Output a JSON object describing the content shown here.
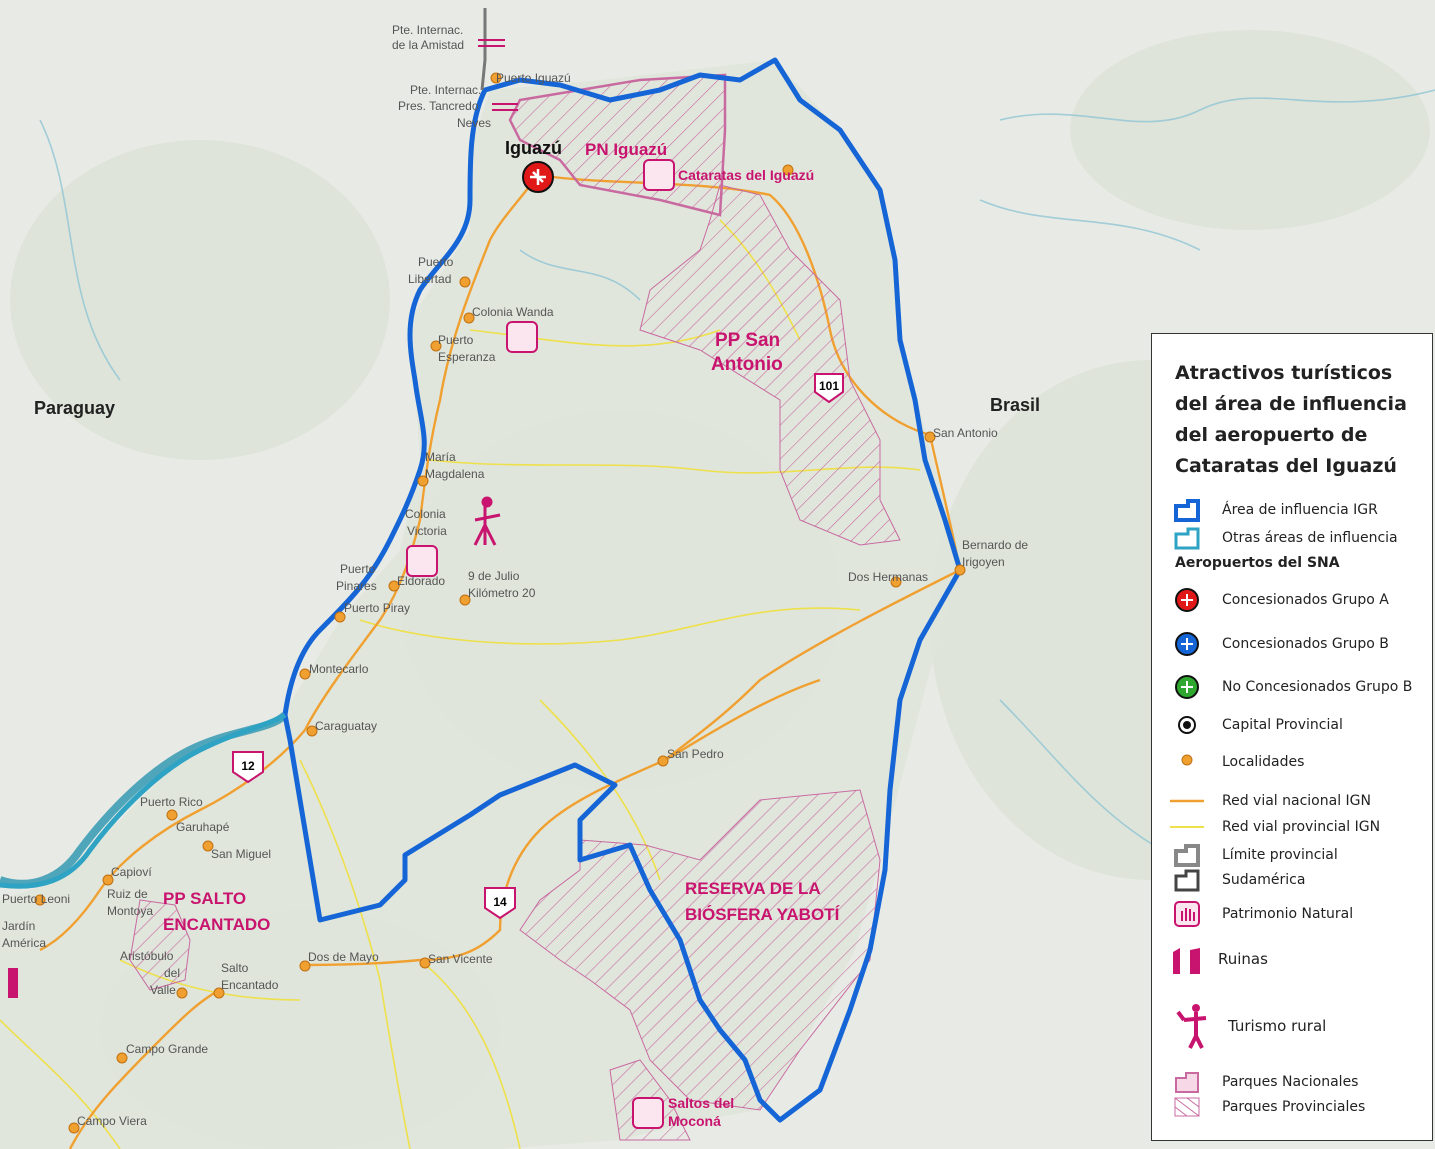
{
  "map": {
    "countries": {
      "paraguay": "Paraguay",
      "brasil": "Brasil"
    },
    "main_city": "Iguazú",
    "bridges": {
      "amistad": [
        "Pte. Internac.",
        "de la Amistad"
      ],
      "tancredo": [
        "Pte. Internac.",
        "Pres. Tancredo",
        "Neves"
      ]
    },
    "parks": {
      "pn_iguazu": "PN Iguazú",
      "pp_san_antonio": [
        "PP San",
        "Antonio"
      ],
      "reserva_yaboti": [
        "RESERVA DE LA",
        "BIÓSFERA YABOTÍ"
      ],
      "pp_salto_encantado": [
        "PP SALTO",
        "ENCANTADO"
      ]
    },
    "attractions": {
      "cataratas": "Cataratas del Iguazú",
      "saltos_mocona": [
        "Saltos del",
        "Moconá"
      ]
    },
    "routes": {
      "r101": "101",
      "r12": "12",
      "r14": "14"
    },
    "towns": {
      "puerto_iguazu": "Puerto Iguazú",
      "puerto_libertad": [
        "Puerto",
        "Libertad"
      ],
      "colonia_wanda": "Colonia Wanda",
      "puerto_esperanza": [
        "Puerto",
        "Esperanza"
      ],
      "maria_magdalena": [
        "María",
        "Magdalena"
      ],
      "colonia_victoria": [
        "Colonia",
        "Victoria"
      ],
      "puerto_pinares": [
        "Puerto",
        "Pinares"
      ],
      "eldorado": "Eldorado",
      "nueve_de_julio": [
        "9 de Julio",
        "Kilómetro 20"
      ],
      "puerto_piray": "Puerto Piray",
      "montecarlo": "Montecarlo",
      "caraguatay": "Caraguatay",
      "san_antonio": "San Antonio",
      "bernardo_irigoyen": [
        "Bernardo de",
        "Irigoyen"
      ],
      "dos_hermanas": "Dos Hermanas",
      "san_pedro": "San Pedro",
      "puerto_rico": "Puerto Rico",
      "garuhape": "Garuhapé",
      "san_miguel": "San Miguel",
      "capiovi": "Capioví",
      "ruiz_de_montoya": [
        "Ruiz de",
        "Montoya"
      ],
      "jardin_america": [
        "Jardín",
        "América"
      ],
      "puerto_leoni": "Puerto Leoni",
      "aristobulo": [
        "Aristóbulo",
        "del",
        "Valle"
      ],
      "salto_encantado": [
        "Salto",
        "Encantado"
      ],
      "dos_de_mayo": "Dos de Mayo",
      "san_vicente": "San Vicente",
      "campo_grande": "Campo Grande",
      "campo_viera": "Campo Viera"
    },
    "colors": {
      "land": "#e6eae3",
      "terrain_dark": "#d6ddd1",
      "river": "#6fb6c6",
      "influence_igr": "#1565d6",
      "other_influence": "#2ea3c4",
      "national_road": "#f0a030",
      "provincial_road": "#eee04a",
      "park_pink": "#c8146e",
      "park_hatch": "#c86aa0"
    }
  },
  "legend": {
    "title": [
      "Atractivos turísticos",
      "del área de influencia",
      "del aeropuerto de",
      "Cataratas del Iguazú"
    ],
    "influence_igr": "Área de influencia IGR",
    "other_influence": "Otras áreas de influencia",
    "airports_header": "Aeropuertos del SNA",
    "group_a": "Concesionados Grupo A",
    "group_b": "Concesionados Grupo B",
    "no_group_b": "No Concesionados Grupo B",
    "capital": "Capital Provincial",
    "towns": "Localidades",
    "national_road": "Red vial nacional IGN",
    "provincial_road": "Red vial provincial IGN",
    "provincial_limit": "Límite provincial",
    "south_america": "Sudamérica",
    "natural_heritage": "Patrimonio Natural",
    "ruins": "Ruinas",
    "rural_tourism": "Turismo rural",
    "national_parks": "Parques Nacionales",
    "provincial_parks": "Parques Provinciales"
  }
}
